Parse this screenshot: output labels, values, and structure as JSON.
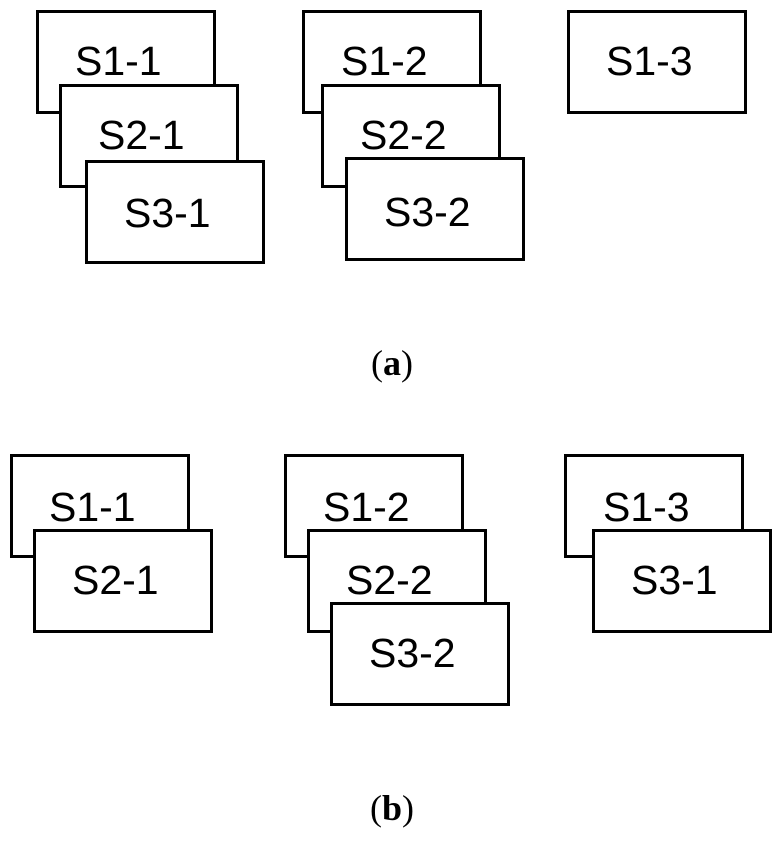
{
  "panel_a": {
    "cards": {
      "s1_1": "S1-1",
      "s2_1": "S2-1",
      "s3_1": "S3-1",
      "s1_2": "S1-2",
      "s2_2": "S2-2",
      "s3_2": "S3-2",
      "s1_3": "S1-3"
    },
    "caption": {
      "open": "(",
      "letter": "a",
      "close": ")"
    }
  },
  "panel_b": {
    "cards": {
      "s1_1": "S1-1",
      "s2_1": "S2-1",
      "s1_2": "S1-2",
      "s2_2": "S2-2",
      "s3_2": "S3-2",
      "s1_3": "S1-3",
      "s3_1": "S3-1"
    },
    "caption": {
      "open": "(",
      "letter": "b",
      "close": ")"
    }
  }
}
